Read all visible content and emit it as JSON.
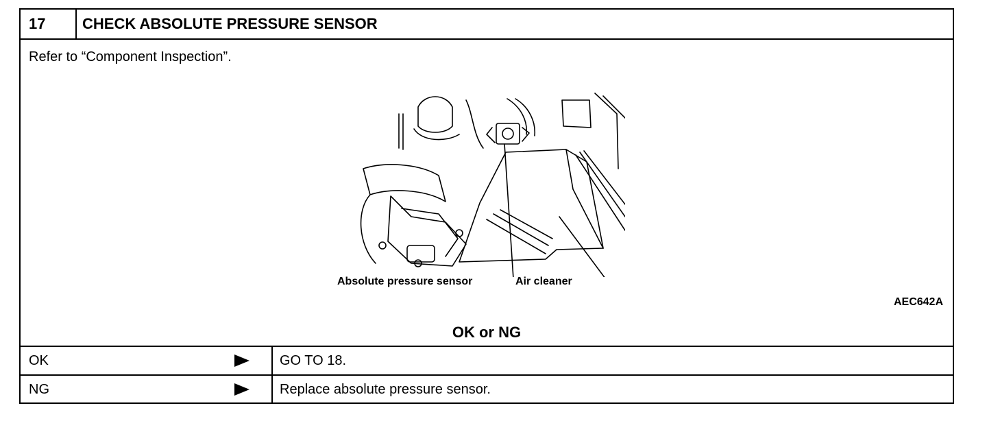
{
  "header": {
    "step_number": "17",
    "title": "CHECK ABSOLUTE PRESSURE SENSOR"
  },
  "instruction": "Refer to “Component Inspection”.",
  "figure": {
    "label_sensor": "Absolute pressure sensor",
    "label_cleaner": "Air cleaner",
    "code": "AEC642A"
  },
  "result_heading": "OK or NG",
  "outcomes": [
    {
      "condition": "OK",
      "action": "GO TO 18."
    },
    {
      "condition": "NG",
      "action": "Replace absolute pressure sensor."
    }
  ]
}
